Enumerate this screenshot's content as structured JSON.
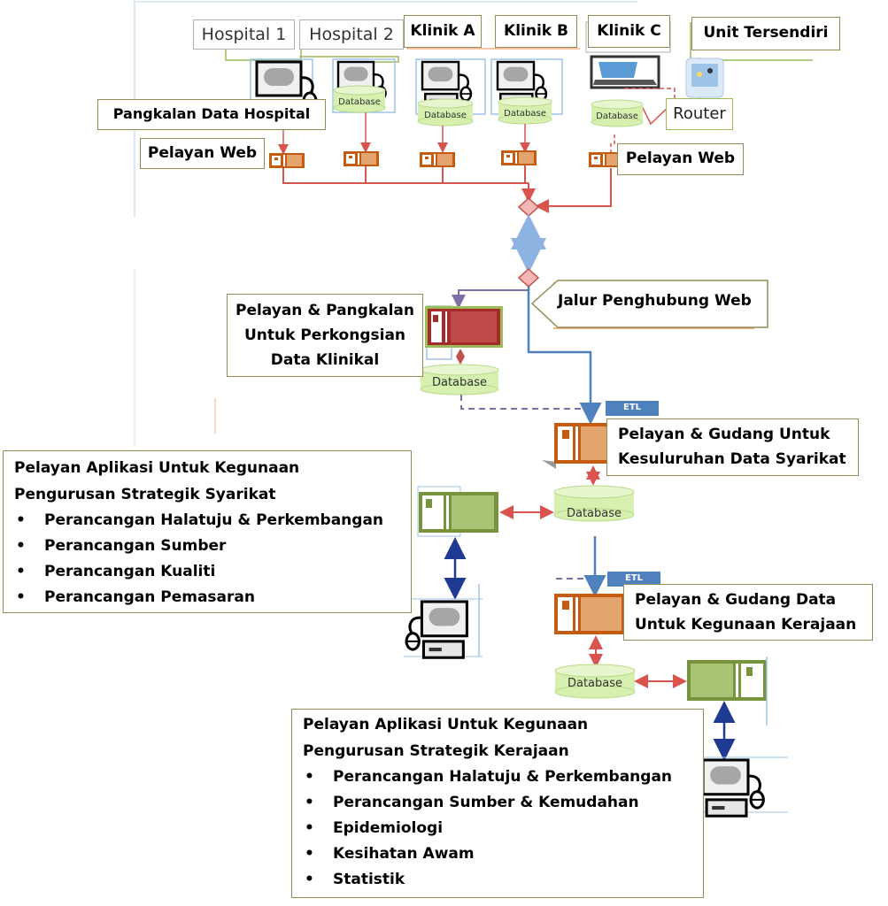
{
  "sites": {
    "hospital_1": "Hospital 1",
    "hospital_2": "Hospital 2",
    "klinik_a": "Klinik A",
    "klinik_b": "Klinik B",
    "klinik_c": "Klinik C",
    "unit_tersendiri": "Unit  Tersendiri"
  },
  "labels": {
    "pangkalan_data_hospital": "Pangkalan Data Hospital",
    "pelayan_web_left": "Pelayan Web",
    "pelayan_web_right": "Pelayan Web",
    "router": "Router",
    "jalur_penghubung_web": "Jalur Penghubung Web",
    "perkongsian": [
      "Pelayan & Pangkalan",
      "Untuk Perkongsian",
      "Data Klinikal"
    ],
    "gudang_syarikat": [
      "Pelayan & Gudang Untuk",
      "Kesuluruhan Data Syarikat"
    ],
    "gudang_kerajaan": [
      "Pelayan & Gudang Data",
      "Untuk Kegunaan Kerajaan"
    ],
    "database": "Database",
    "etl": "ETL"
  },
  "syarikat_app": {
    "title": [
      "Pelayan Aplikasi Untuk Kegunaan",
      "Pengurusan Strategik Syarikat"
    ],
    "items": [
      "Perancangan Halatuju & Perkembangan",
      "Perancangan Sumber",
      "Perancangan Kualiti",
      "Perancangan Pemasaran"
    ]
  },
  "kerajaan_app": {
    "title": [
      "Pelayan Aplikasi Untuk Kegunaan",
      "Pengurusan Strategik Kerajaan"
    ],
    "items": [
      "Perancangan  Halatuju & Perkembangan",
      "Perancangan Sumber & Kemudahan",
      "Epidemiologi",
      "Kesihatan Awam",
      "Statistik"
    ]
  },
  "colors": {
    "label_border": "#948a54",
    "link_red": "#d9534f",
    "link_blue": "#4f81bd",
    "link_navy": "#1f3a93",
    "server_orange": "#c55a11",
    "server_red": "#a52a2a",
    "server_green": "#77933c",
    "database_fill": "#d7f0b0"
  }
}
